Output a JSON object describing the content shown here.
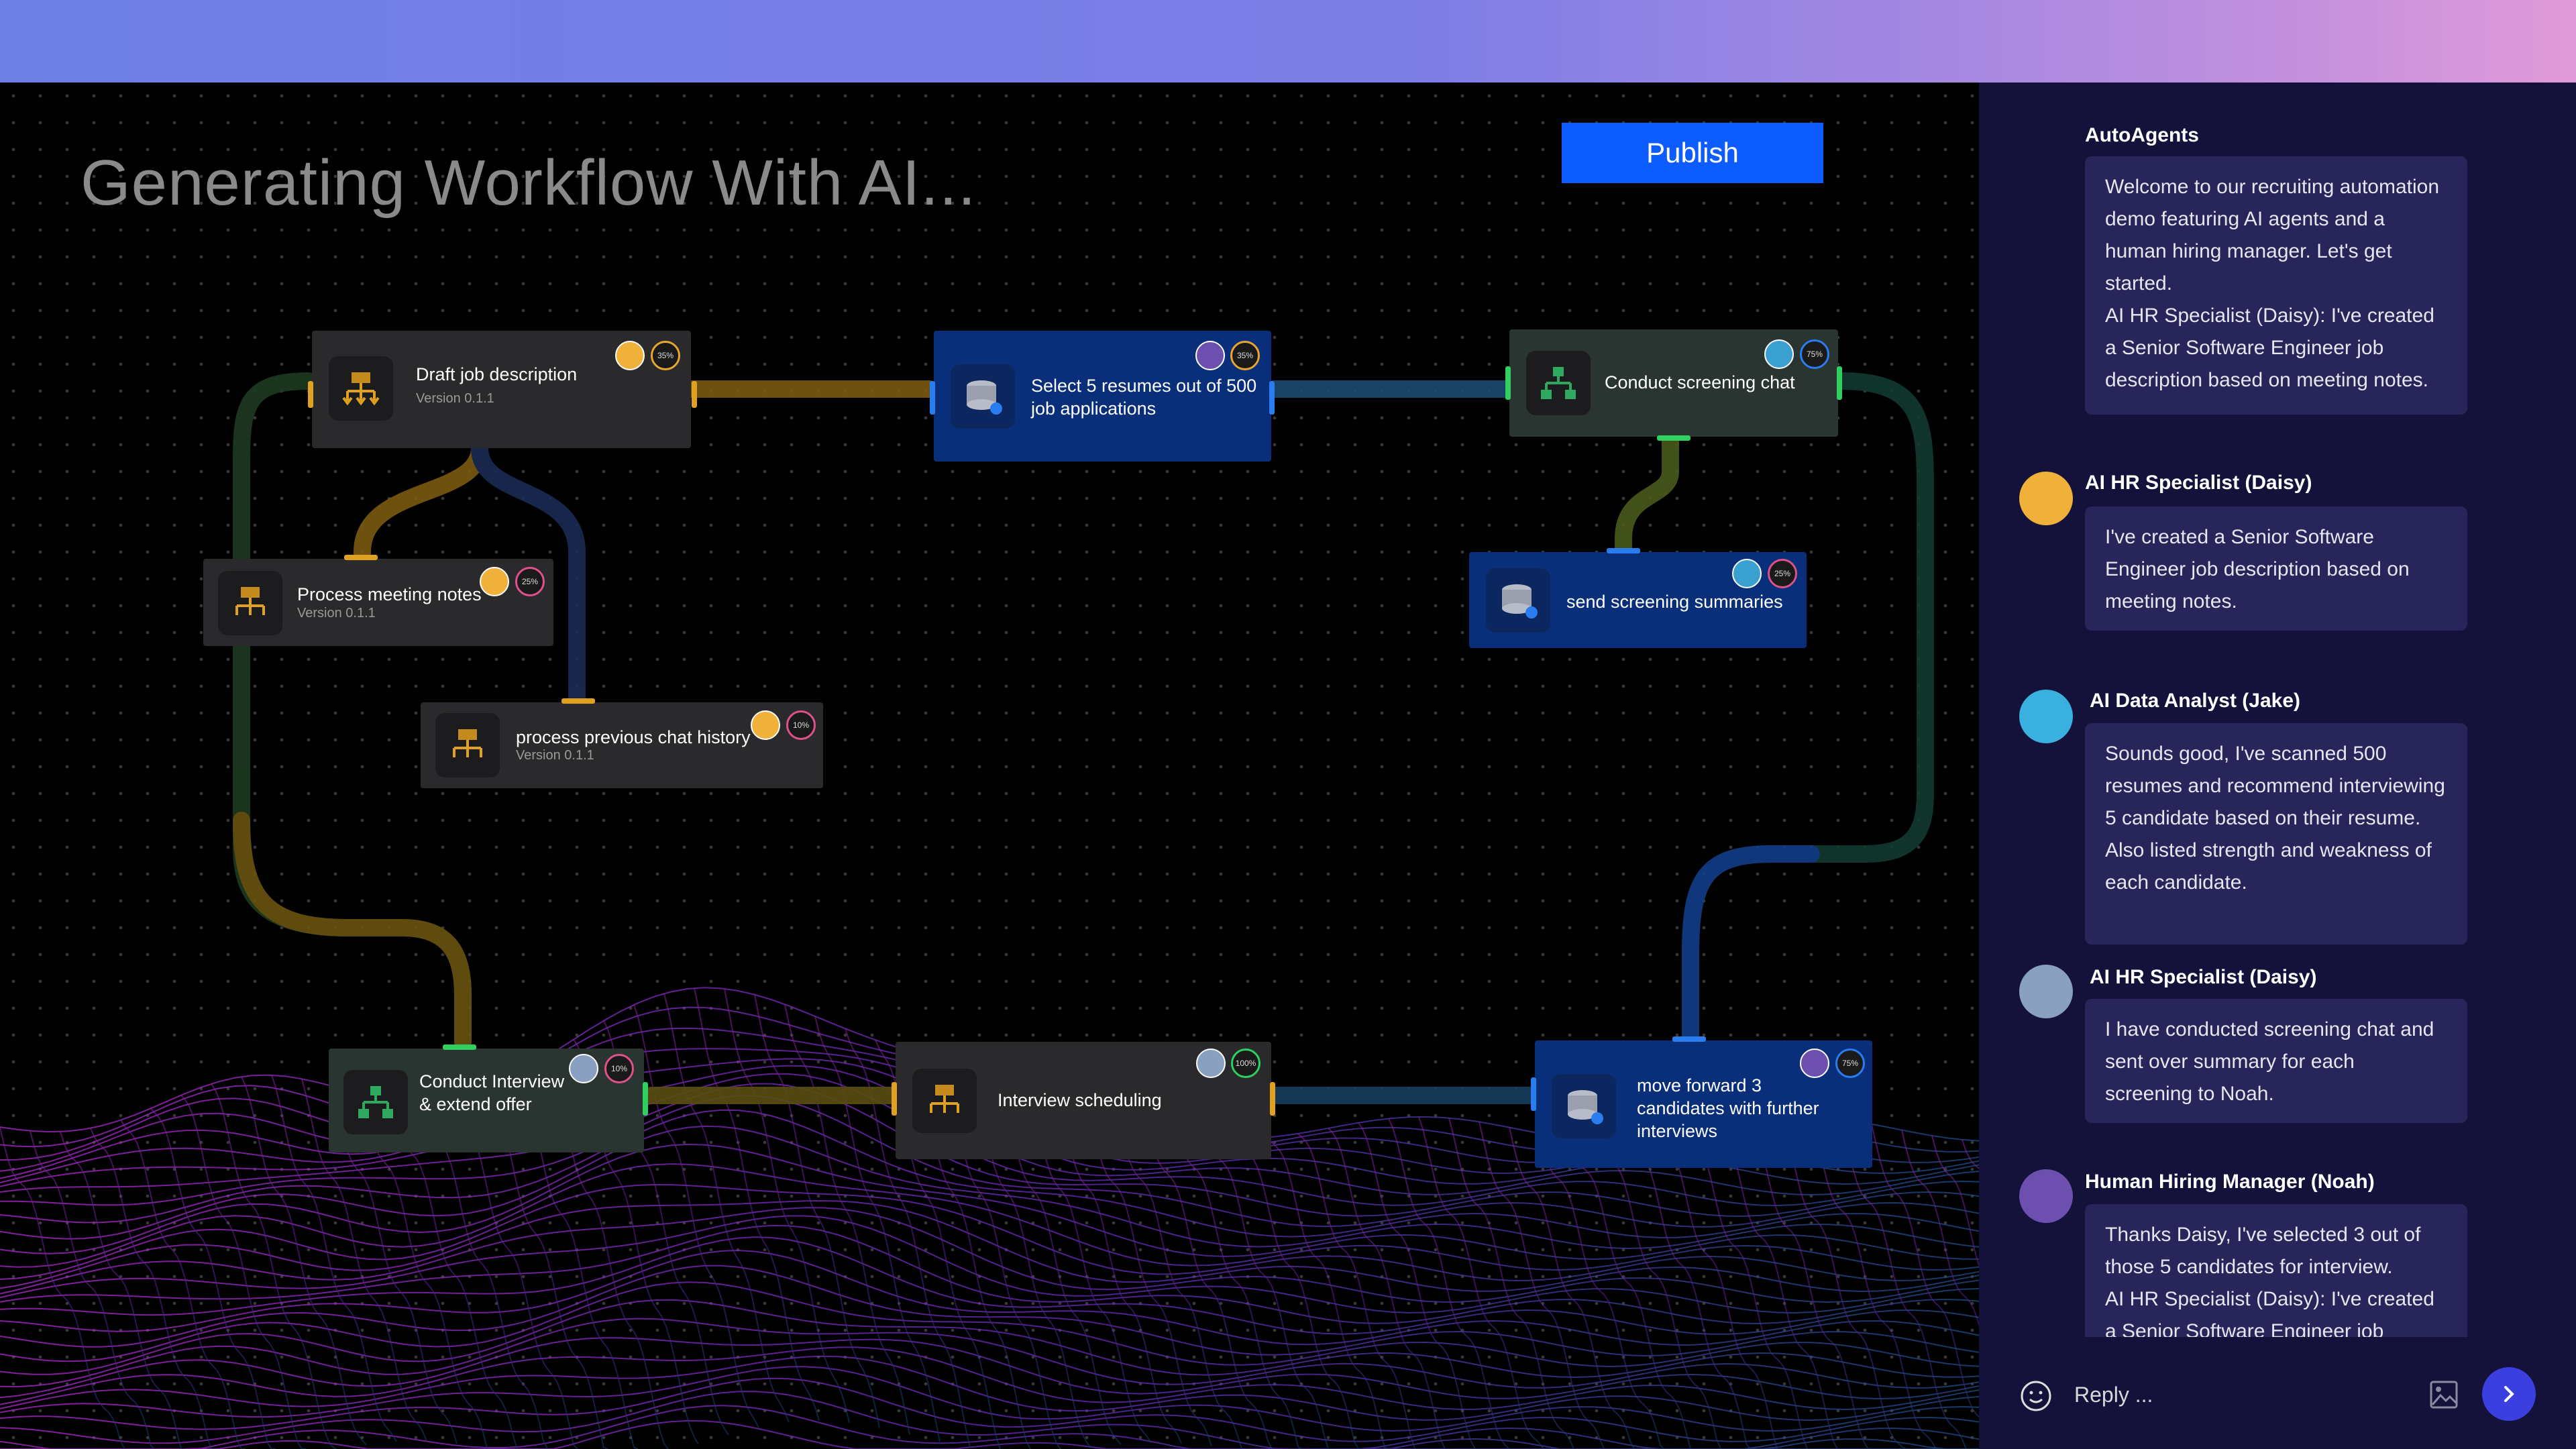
{
  "header": {
    "title": "Generating Workflow With AI...",
    "publish_label": "Publish"
  },
  "nodes": [
    {
      "id": "draft",
      "label": "Draft job description",
      "version": "Version 0.1.1",
      "progress": "35%"
    },
    {
      "id": "select",
      "label": "Select 5 resumes out of 500\njob applications",
      "progress": "35%"
    },
    {
      "id": "screening",
      "label": "Conduct screening chat",
      "progress": "75%"
    },
    {
      "id": "meeting",
      "label": "Process meeting notes",
      "version": "Version 0.1.1",
      "progress": "25%"
    },
    {
      "id": "history",
      "label": "process previous chat history",
      "version": "Version 0.1.1",
      "progress": "10%"
    },
    {
      "id": "summaries",
      "label": "send screening summaries",
      "progress": "25%"
    },
    {
      "id": "interview",
      "label": "Conduct Interview\n& extend offer",
      "progress": "10%"
    },
    {
      "id": "scheduling",
      "label": "Interview scheduling",
      "progress": "100%"
    },
    {
      "id": "forward",
      "label": "move forward 3\ncandidates with further\ninterviews",
      "progress": "75%"
    }
  ],
  "chat": {
    "messages": [
      {
        "name": "AutoAgents",
        "text": "Welcome to our recruiting automation demo featuring AI agents and a human hiring manager. Let's get started.\nAI HR Specialist (Daisy): I've created a Senior Software Engineer job description based on meeting notes."
      },
      {
        "name": "AI HR Specialist (Daisy)",
        "text": "I've created a Senior Software Engineer job description based on meeting notes."
      },
      {
        "name": "AI Data Analyst (Jake)",
        "text": "Sounds good, I've scanned 500 resumes and recommend interviewing 5 candidate based on their resume. Also listed strength and weakness of each candidate."
      },
      {
        "name": "AI HR Specialist (Daisy)",
        "text": "I have conducted screening chat and sent over summary for each screening to Noah."
      },
      {
        "name": "Human Hiring Manager (Noah)",
        "text": "Thanks Daisy, I've selected 3 out of those 5 candidates for interview.\nAI HR Specialist (Daisy): I've created a Senior Software Engineer job"
      }
    ],
    "reply_placeholder": "Reply ..."
  },
  "icons": {
    "emoji": "smile-icon",
    "image": "image-icon",
    "send": "chevron-right-icon",
    "workflow": "flow-icon",
    "database": "database-icon"
  },
  "colors": {
    "accent": "#0d5cff",
    "chat_bg": "#14123a",
    "bubble_bg": "#27255a",
    "node_blue": "#0a2f7a",
    "node_gray": "#2a2a2c"
  }
}
